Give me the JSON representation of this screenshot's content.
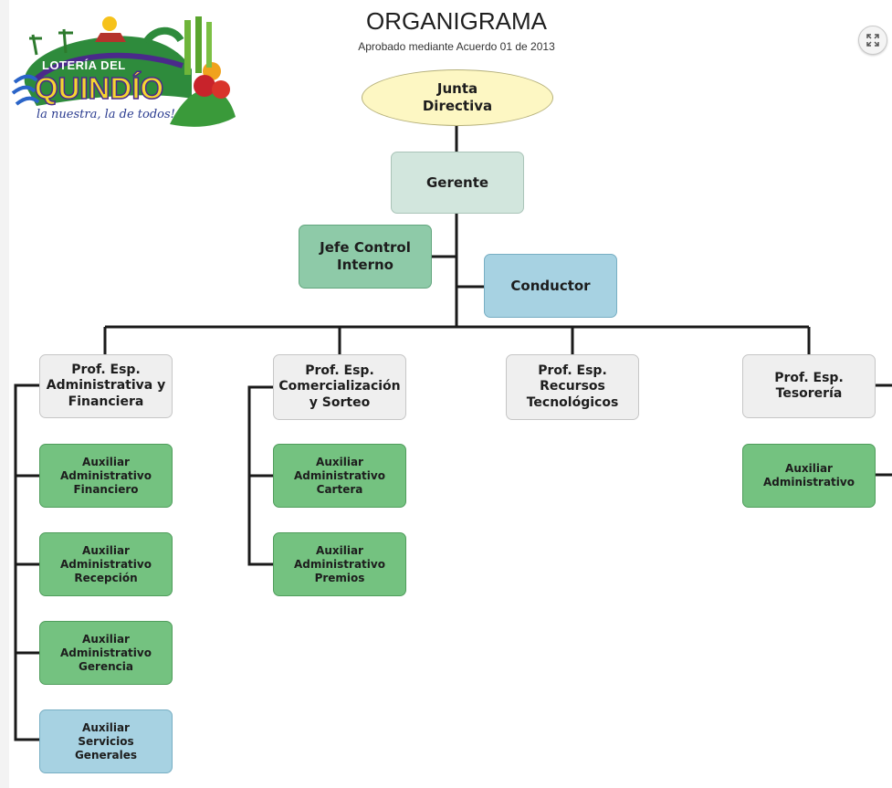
{
  "header": {
    "title": "ORGANIGRAMA",
    "subtitle": "Aprobado mediante Acuerdo 01 de 2013"
  },
  "logo": {
    "word1": "LOTERÍA DEL",
    "word2": "QUINDÍO",
    "slogan": "la nuestra, la de todos!"
  },
  "controls": {
    "expand_icon": "expand-arrows-icon"
  },
  "colors": {
    "node_grey": "#efefef",
    "node_teal": "#d2e6dd",
    "node_green": "#74c280",
    "node_mint": "#8ecaa8",
    "node_blue": "#a7d2e2",
    "node_yellow": "#fdf7c3",
    "connector": "#1a1a1a"
  },
  "nodes": {
    "junta": "Junta\nDirectiva",
    "gerente": "Gerente",
    "jefe_control": "Jefe Control\nInterno",
    "conductor": "Conductor",
    "prof_admin": "Prof. Esp.\nAdministrativa y\nFinanciera",
    "prof_comercial": "Prof. Esp.\nComercialización\ny Sorteo",
    "prof_recursos": "Prof. Esp.\nRecursos\nTecnológicos",
    "prof_tesoreria": "Prof. Esp.\nTesorería",
    "aux_financiero": "Auxiliar\nAdministrativo\nFinanciero",
    "aux_recepcion": "Auxiliar\nAdministrativo\nRecepción",
    "aux_gerencia": "Auxiliar\nAdministrativo\nGerencia",
    "aux_servicios": "Auxiliar\nServicios\nGenerales",
    "aux_cartera": "Auxiliar\nAdministrativo\nCartera",
    "aux_premios": "Auxiliar\nAdministrativo\nPremios",
    "aux_tesoreria": "Auxiliar\nAdministrativo"
  }
}
